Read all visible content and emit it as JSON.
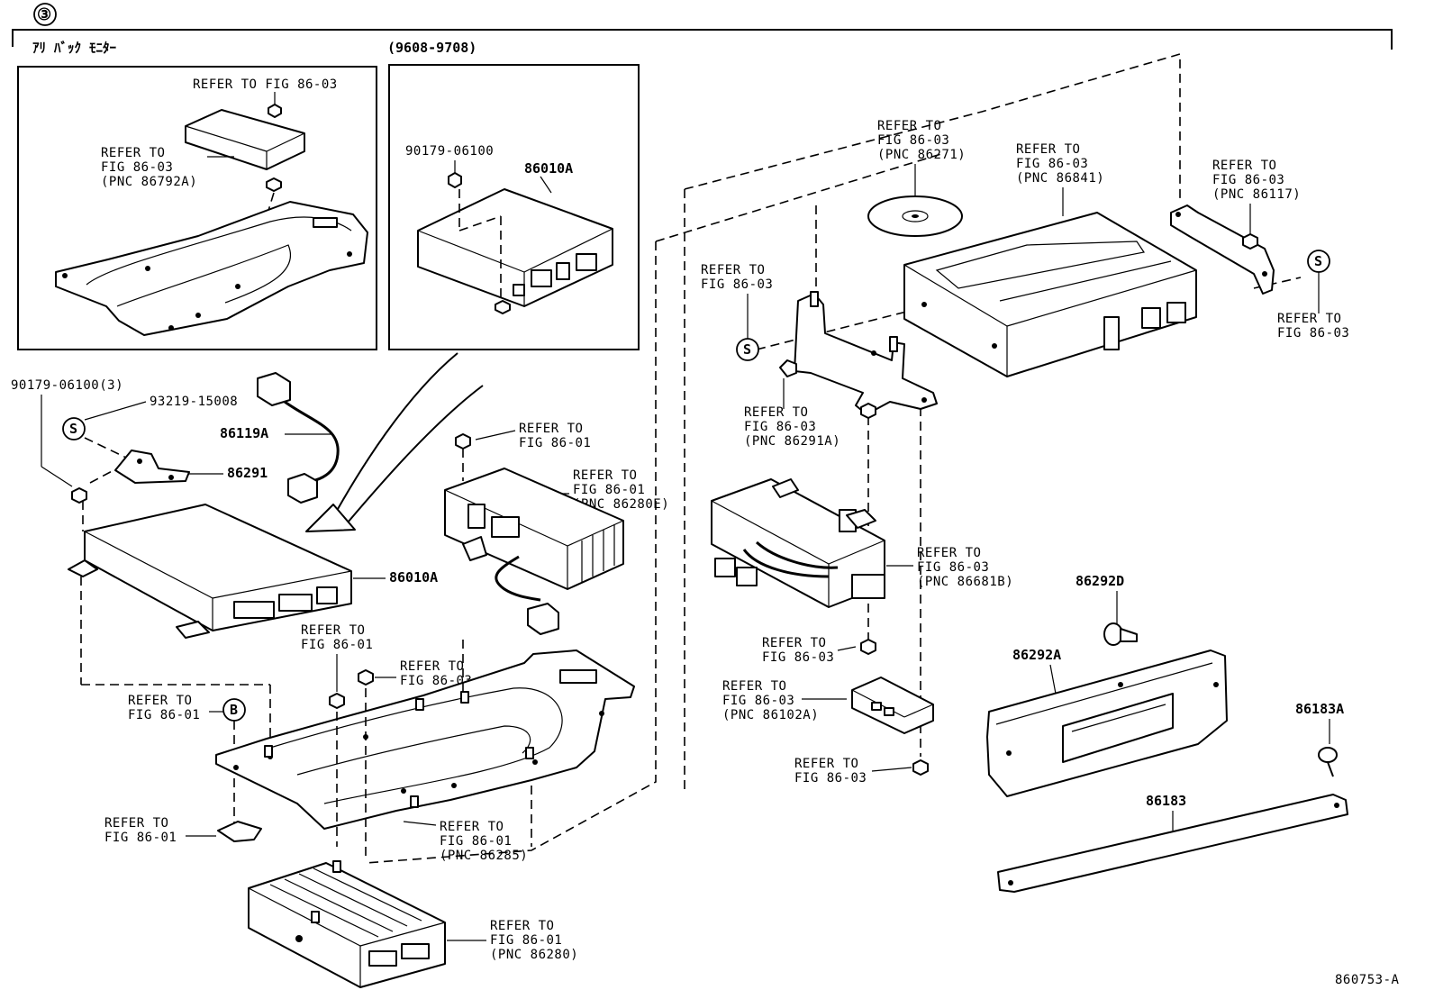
{
  "header": {
    "section_number": "③"
  },
  "insets": {
    "left_title": "ｱﾘ ﾊﾞｯｸ ﾓﾆﾀｰ",
    "right_title": "(9608-9708)",
    "left_refer_top": "REFER TO FIG 86-03",
    "left_refer_1": "REFER TO",
    "left_refer_2": "FIG 86-03",
    "left_refer_3": "(PNC 86792A)",
    "right_bolt": "90179-06100",
    "right_part": "86010A"
  },
  "left_labels": {
    "bolt_qty": "90179-06100(3)",
    "screw": "93219-15008",
    "screw_symbol": "S",
    "wire": "86119A",
    "bracket": "86291",
    "amp": "86010A",
    "clip_symbol": "B"
  },
  "refs": {
    "r1_1": "REFER TO",
    "r1_2": "FIG 86-01",
    "r2_1": "REFER TO",
    "r2_2": "FIG 86-01",
    "r2_3": "(PNC 86280E)",
    "r3_1": "REFER TO",
    "r3_2": "FIG 86-01",
    "r4_1": "REFER TO",
    "r4_2": "FIG 86-03",
    "r5_1": "REFER TO",
    "r5_2": "FIG 86-01",
    "r6_1": "REFER TO",
    "r6_2": "FIG 86-01",
    "r7_1": "REFER TO",
    "r7_2": "FIG 86-01",
    "r7_3": "(PNC 86285)",
    "r8_1": "REFER TO",
    "r8_2": "FIG 86-01",
    "r8_3": "(PNC 86280)",
    "r9_1": "REFER TO",
    "r9_2": "FIG 86-03",
    "r9_3": "(PNC 86271)",
    "r10_1": "REFER TO",
    "r10_2": "FIG 86-03",
    "r10_3": "(PNC 86841)",
    "r11_1": "REFER TO",
    "r11_2": "FIG 86-03",
    "r11_3": "(PNC 86117)",
    "r12_1": "REFER TO",
    "r12_2": "FIG 86-03",
    "r13_1": "REFER TO",
    "r13_2": "FIG 86-03",
    "r14_1": "REFER TO",
    "r14_2": "FIG 86-03",
    "r14_3": "(PNC 86291A)",
    "r15_1": "REFER TO",
    "r15_2": "FIG 86-03",
    "r15_3": "(PNC 86681B)",
    "r16_1": "REFER TO",
    "r16_2": "FIG 86-03",
    "r17_1": "REFER TO",
    "r17_2": "FIG 86-03",
    "r17_3": "(PNC 86102A)",
    "r18_1": "REFER TO",
    "r18_2": "FIG 86-03"
  },
  "right_labels": {
    "s_symbol_1": "S",
    "s_symbol_2": "S",
    "bolt": "86292D",
    "panel": "86292A",
    "clip": "86183A",
    "plate": "86183"
  },
  "footer": {
    "figure_code": "860753-A"
  }
}
